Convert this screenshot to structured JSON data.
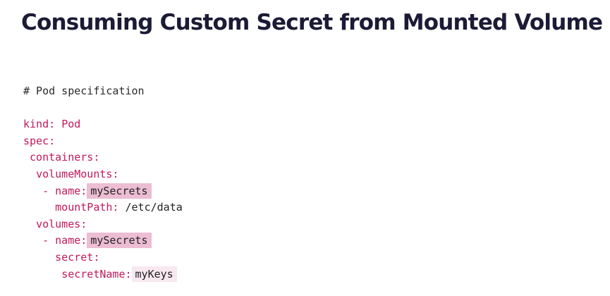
{
  "slide": {
    "title": "Consuming Custom Secret from Mounted Volume"
  },
  "code": {
    "comment": "# Pod specification",
    "kind_key": "kind:",
    "kind_value": "Pod",
    "spec_key": "spec:",
    "containers_key": "containers:",
    "volume_mounts_key": "volumeMounts:",
    "mount_name_key": "- name:",
    "mount_name_value": "mySecrets",
    "mount_path_key": "mountPath:",
    "mount_path_value": "/etc/data",
    "volumes_key": "volumes:",
    "volume_name_key": "- name:",
    "volume_name_value": "mySecrets",
    "secret_key": "secret:",
    "secret_name_key": "secretName:",
    "secret_name_value": "myKeys"
  },
  "colors": {
    "title": "#1b1b36",
    "key": "#c2185b",
    "highlight": "#ecbdd3",
    "highlight_light": "#f8e8ef"
  }
}
